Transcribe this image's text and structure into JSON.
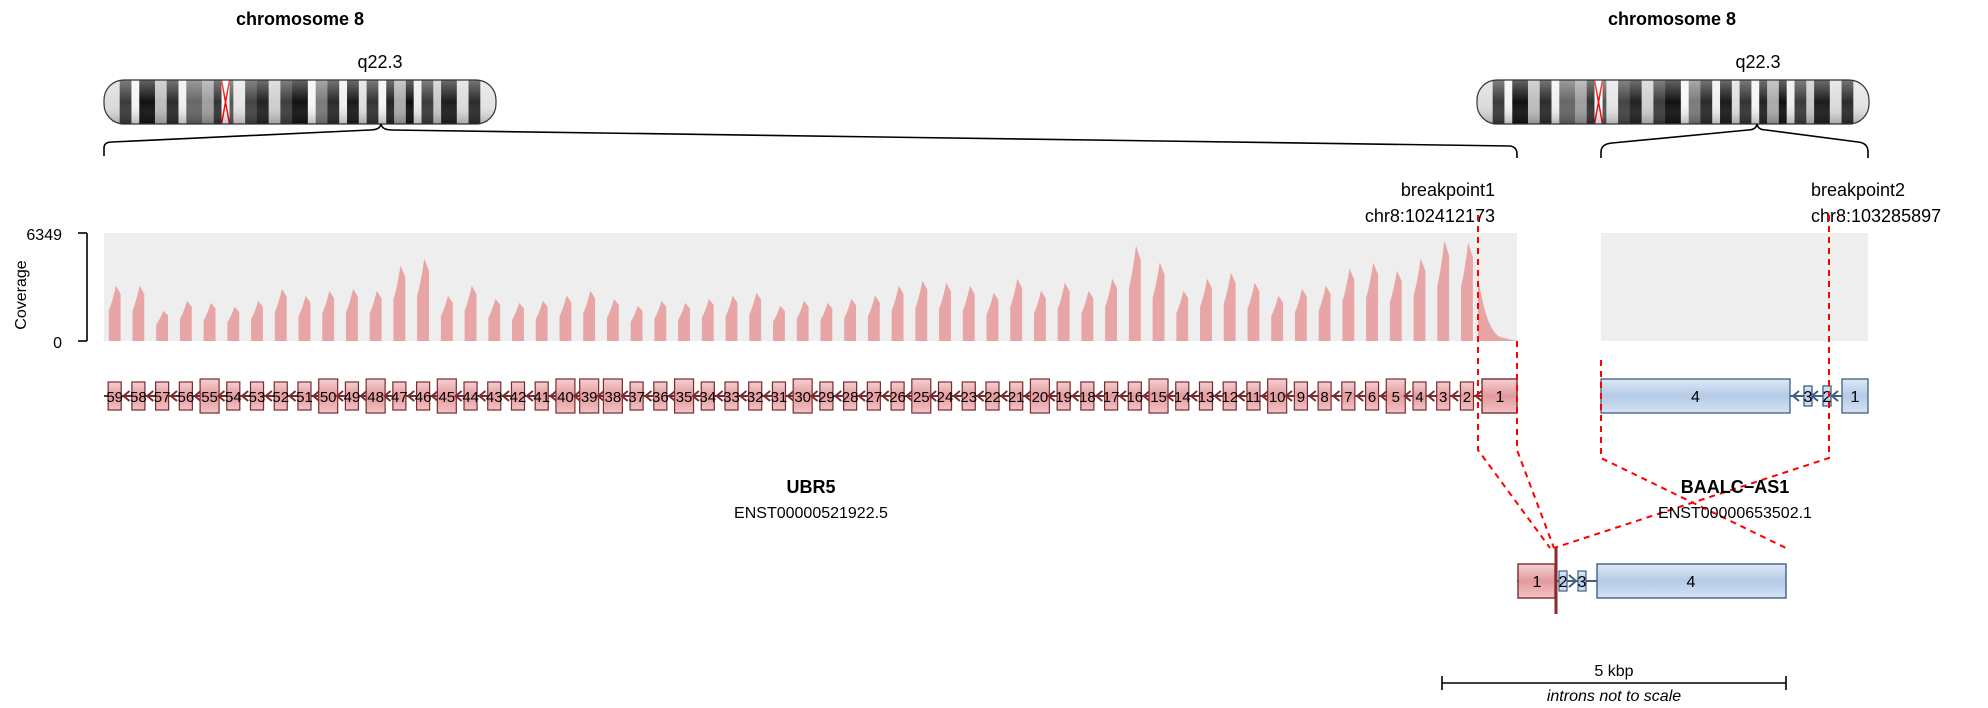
{
  "left_panel": {
    "chromosome_title": "chromosome 8",
    "band_label": "q22.3",
    "breakpoint_name": "breakpoint1",
    "breakpoint_coord": "chr8:102412173",
    "gene_name": "UBR5",
    "transcript_id": "ENST00000521922.5",
    "exon_count": 59
  },
  "right_panel": {
    "chromosome_title": "chromosome 8",
    "band_label": "q22.3",
    "breakpoint_name": "breakpoint2",
    "breakpoint_coord": "chr8:103285897",
    "gene_name": "BAALC−AS1",
    "transcript_id": "ENST00000653502.1",
    "exon_labels": [
      "4",
      "3",
      "2",
      "1"
    ]
  },
  "coverage": {
    "axis_title": "Coverage",
    "max_label": "6349",
    "min_label": "0"
  },
  "fusion": {
    "exon_labels": [
      "1",
      "2",
      "3",
      "4"
    ]
  },
  "scale_bar": {
    "label": "5 kbp",
    "note": "introns not to scale"
  },
  "colors": {
    "gene1_fill": "#e9a9ab",
    "gene1_stroke": "#7a2b2f",
    "gene2_fill": "#bcd0ea",
    "gene2_stroke": "#3f5f86",
    "coverage_fill": "#e7a5a6",
    "coverage_bg": "#eeeeee",
    "breakpoint_line": "#ff0000"
  }
}
